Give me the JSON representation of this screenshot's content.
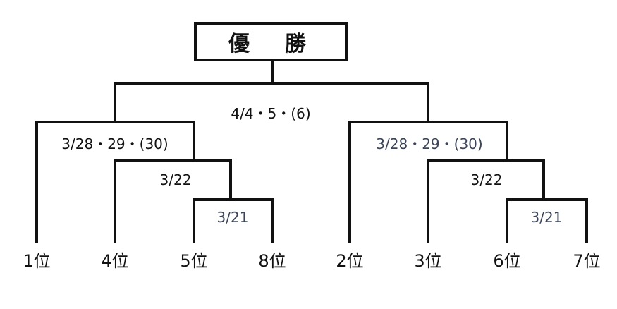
{
  "title": "優　勝",
  "final": {
    "date": "4/4・5・(6)"
  },
  "left_block": {
    "semifinal_date": "3/28・29・(30)",
    "quarterfinal_date": "3/22",
    "first_round_date": "3/21"
  },
  "right_block": {
    "semifinal_date": "3/28・29・(30)",
    "quarterfinal_date": "3/22",
    "first_round_date": "3/21"
  },
  "seeds": [
    "1位",
    "4位",
    "5位",
    "8位",
    "2位",
    "3位",
    "6位",
    "7位"
  ],
  "colors": {
    "lines": "#111111",
    "dark_text": "#111111",
    "muted_text": "#3b4458"
  }
}
